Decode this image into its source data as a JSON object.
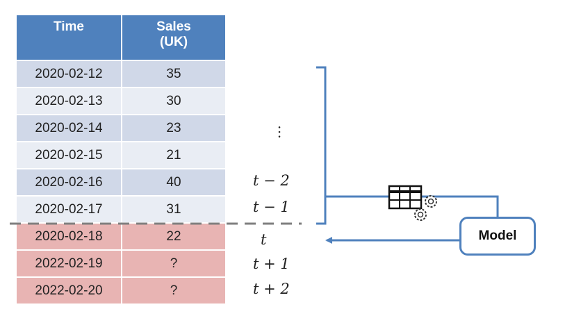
{
  "table": {
    "headers": {
      "time": "Time",
      "sales_line1": "Sales",
      "sales_line2": "(UK)"
    },
    "rows": [
      {
        "time": "2020-02-12",
        "sales": "35"
      },
      {
        "time": "2020-02-13",
        "sales": "30"
      },
      {
        "time": "2020-02-14",
        "sales": "23"
      },
      {
        "time": "2020-02-15",
        "sales": "21"
      },
      {
        "time": "2020-02-16",
        "sales": "40"
      },
      {
        "time": "2020-02-17",
        "sales": "31"
      },
      {
        "time": "2020-02-18",
        "sales": "22"
      },
      {
        "time": "2022-02-19",
        "sales": "?"
      },
      {
        "time": "2022-02-20",
        "sales": "?"
      }
    ]
  },
  "time_labels": {
    "ellipsis": "…",
    "t_minus_2": "t − 2",
    "t_minus_1": "t − 1",
    "t": "t",
    "t_plus_1": "t + 1",
    "t_plus_2": "t + 2"
  },
  "model": {
    "label": "Model"
  },
  "colors": {
    "header_blue": "#4f81bd",
    "row_blue_dark": "#d0d8e8",
    "row_blue_light": "#e9edf4",
    "row_red": "#e8b4b3",
    "connector_blue": "#4f81bd",
    "split_line_gray": "#7f7f7f"
  },
  "icons": {
    "table_gears": "table-with-gears-icon"
  }
}
